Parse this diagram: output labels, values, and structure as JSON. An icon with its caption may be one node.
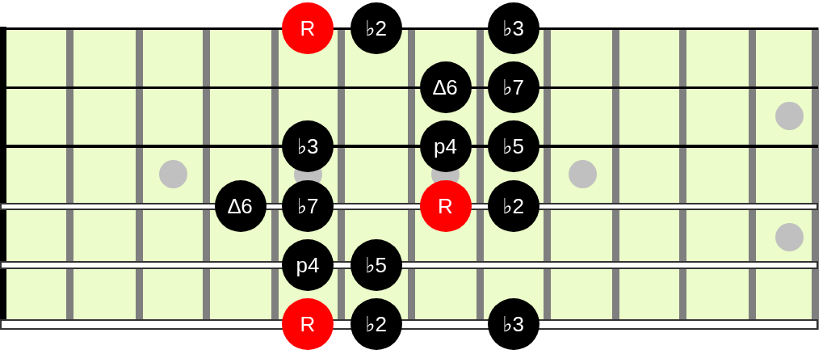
{
  "diagram": {
    "nodes": [
      {
        "text": [
          "R"
        ]
      },
      {
        "text": [
          "♭2"
        ]
      },
      {
        "text": [
          "♭3"
        ]
      },
      {
        "text": [
          "∆6"
        ]
      },
      {
        "text": [
          "♭7"
        ]
      },
      {
        "text": [
          "♭3"
        ]
      },
      {
        "text": [
          "p4"
        ]
      },
      {
        "text": [
          "♭5"
        ]
      },
      {
        "text": [
          "∆6"
        ]
      },
      {
        "text": [
          "♭7"
        ]
      },
      {
        "text": [
          "R"
        ]
      },
      {
        "text": [
          "♭2"
        ]
      },
      {
        "text": [
          "p4"
        ]
      },
      {
        "text": [
          "♭5"
        ]
      },
      {
        "text": [
          "R"
        ]
      },
      {
        "text": [
          "♭2"
        ]
      },
      {
        "text": [
          "♭3"
        ]
      }
    ]
  }
}
